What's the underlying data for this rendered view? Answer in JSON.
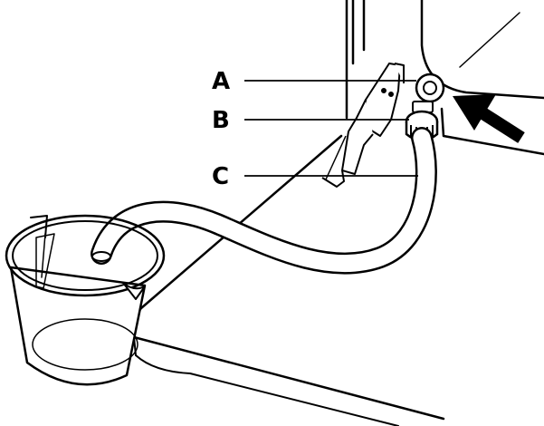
{
  "callouts": {
    "a": {
      "label": "A"
    },
    "b": {
      "label": "B"
    },
    "c": {
      "label": "C"
    }
  },
  "colors": {
    "line": "#000000",
    "background": "#ffffff"
  }
}
